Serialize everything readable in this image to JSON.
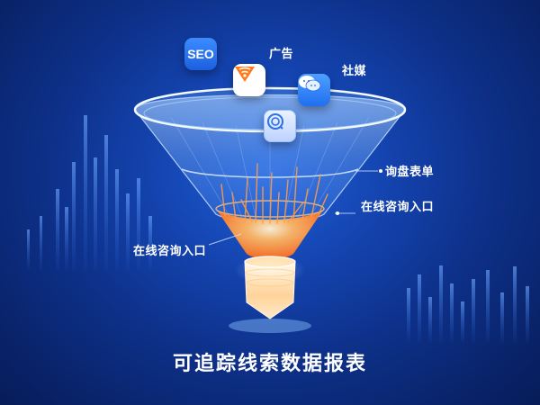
{
  "labels": {
    "ads": "广告",
    "social": "社媒",
    "inquiry_form": "询盘表单",
    "online_consult_right": "在线咨询入口",
    "online_consult_left": "在线咨询入口"
  },
  "icons": {
    "seo": {
      "text": "SEO",
      "name": "seo-icon"
    },
    "ads": {
      "name": "ads-app-icon"
    },
    "social": {
      "name": "wechat-icon"
    },
    "chat": {
      "name": "chat-icon"
    }
  },
  "title": "可追踪线索数据报表",
  "colors": {
    "background": "#0d2f86",
    "funnel_glass": "#a8d4ff",
    "funnel_core": "#ff8a2a",
    "accent": "#1c5fe0"
  }
}
